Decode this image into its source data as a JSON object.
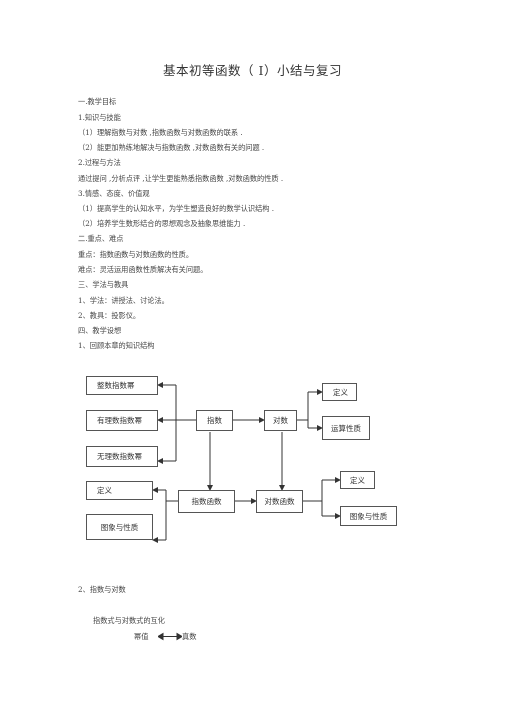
{
  "title": "基本初等函数（ I）小结与复习",
  "lines": [
    "一.教学目标",
    "1.知识与技能",
    "（1）理解指数与对数    ,指数函数与对数函数的联系     .",
    "（2）能更加熟练地解决与指数函数      ,对数函数有关的问题    .",
    "2.过程与方法",
    "通过提问  ,分析点评  ,让学生更能熟悉指数函数     ,对数函数的性质    .",
    "3.情感、态度、价值观",
    "（1）提高学生的认知水平，为学生塑造良好的数学认识结构           .",
    "（2）培养学生数形结合的思想观念及抽象思维能力          .",
    "二.重点、难点",
    "重点：指数函数与对数函数的性质。",
    "难点：灵活运用函数性质解决有关问题。",
    "三、学法与教具",
    "1、学法：讲授法、讨论法。",
    "2、教具：投影仪。",
    "四、教学设想",
    "1、回顾本章的知识结构"
  ],
  "diagram": {
    "power_integer": "整数指数幂",
    "power_rational": "有理数指数幂",
    "power_irrational": "无理数指数幂",
    "exponent": "指数",
    "logarithm": "对数",
    "log_definition": "定义",
    "log_properties": "运算性质",
    "exp_func_definition": "定义",
    "exp_func_graph": "图象与性质",
    "exp_function": "指数函数",
    "log_function": "对数函数",
    "log_func_definition": "定义",
    "log_func_graph": "图象与性质"
  },
  "section2": "2、指数与对数",
  "conversion_title": "指数式与对数式的互化",
  "conversion": {
    "left": "幂值",
    "right": "真数"
  }
}
